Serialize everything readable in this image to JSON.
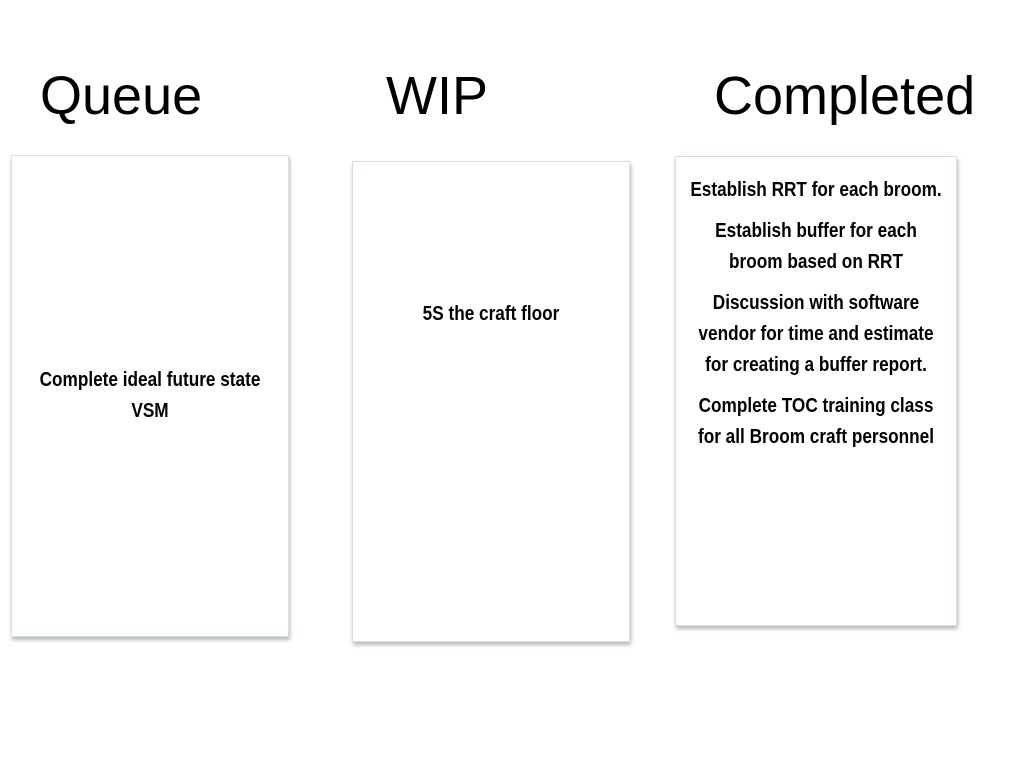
{
  "columns": [
    {
      "title": "Queue",
      "items": [
        "Complete ideal future state VSM"
      ]
    },
    {
      "title": "WIP",
      "items": [
        "5S the craft floor"
      ]
    },
    {
      "title": "Completed",
      "items": [
        "Establish RRT for each broom.",
        "Establish buffer for each broom based on RRT",
        "Discussion with software vendor for time and estimate for creating a buffer report.",
        "Complete TOC training class for all Broom craft personnel"
      ]
    }
  ],
  "colors": {
    "text": "#000000",
    "card_border": "#d8dfe2",
    "background": "#ffffff"
  }
}
